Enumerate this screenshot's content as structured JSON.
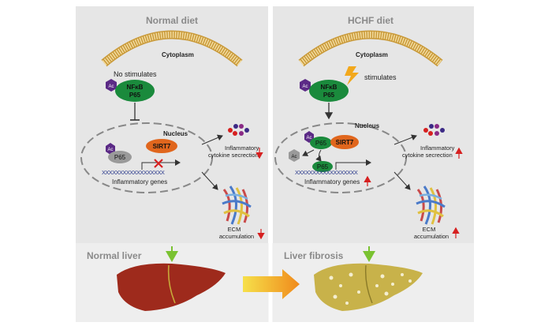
{
  "panels": {
    "left": {
      "title": "Normal diet",
      "cytoplasm": "Cytoplasm",
      "stimulus": "No stimulates",
      "nfkb": "NFκB",
      "p65": "P65",
      "nucleus": "Nucleus",
      "sirt7": "SIRT7",
      "ac": "Ac",
      "genes": "Inflammatory genes",
      "cytokine_line1": "Inflammatory",
      "cytokine_line2": "cytokine secrection",
      "ecm_line1": "ECM",
      "ecm_line2": "accumulation",
      "liver_label": "Normal liver",
      "dna": "XXXXXXXXXXXXXXXXXX"
    },
    "right": {
      "title": "HCHF diet",
      "cytoplasm": "Cytoplasm",
      "stimulus": "stimulates",
      "nfkb": "NFκB",
      "p65": "P65",
      "nucleus": "Nucleus",
      "sirt7": "SIRT7",
      "ac": "Ac",
      "genes": "Inflammatory genes",
      "cytokine_line1": "Inflammatory",
      "cytokine_line2": "cytokine secrection",
      "ecm_line1": "ECM",
      "ecm_line2": "accumulation",
      "liver_label": "Liver fibrosis",
      "dna": "XXXXXXXXXXXXXXXXXX"
    }
  },
  "colors": {
    "panel_bg": "#e6e6e6",
    "bottom_bg": "#eeeeee",
    "nfkb_green": "#1a8a3c",
    "sirt7_orange": "#e0661d",
    "ac_purple": "#5b2a86",
    "p65_gray": "#9a9a9a",
    "membrane": "#e0b870",
    "down_arrow": "#e03030",
    "green_arrow": "#7ac231",
    "liver_red": "#9e2a1c",
    "liver_fibrotic": "#c8b24a"
  }
}
